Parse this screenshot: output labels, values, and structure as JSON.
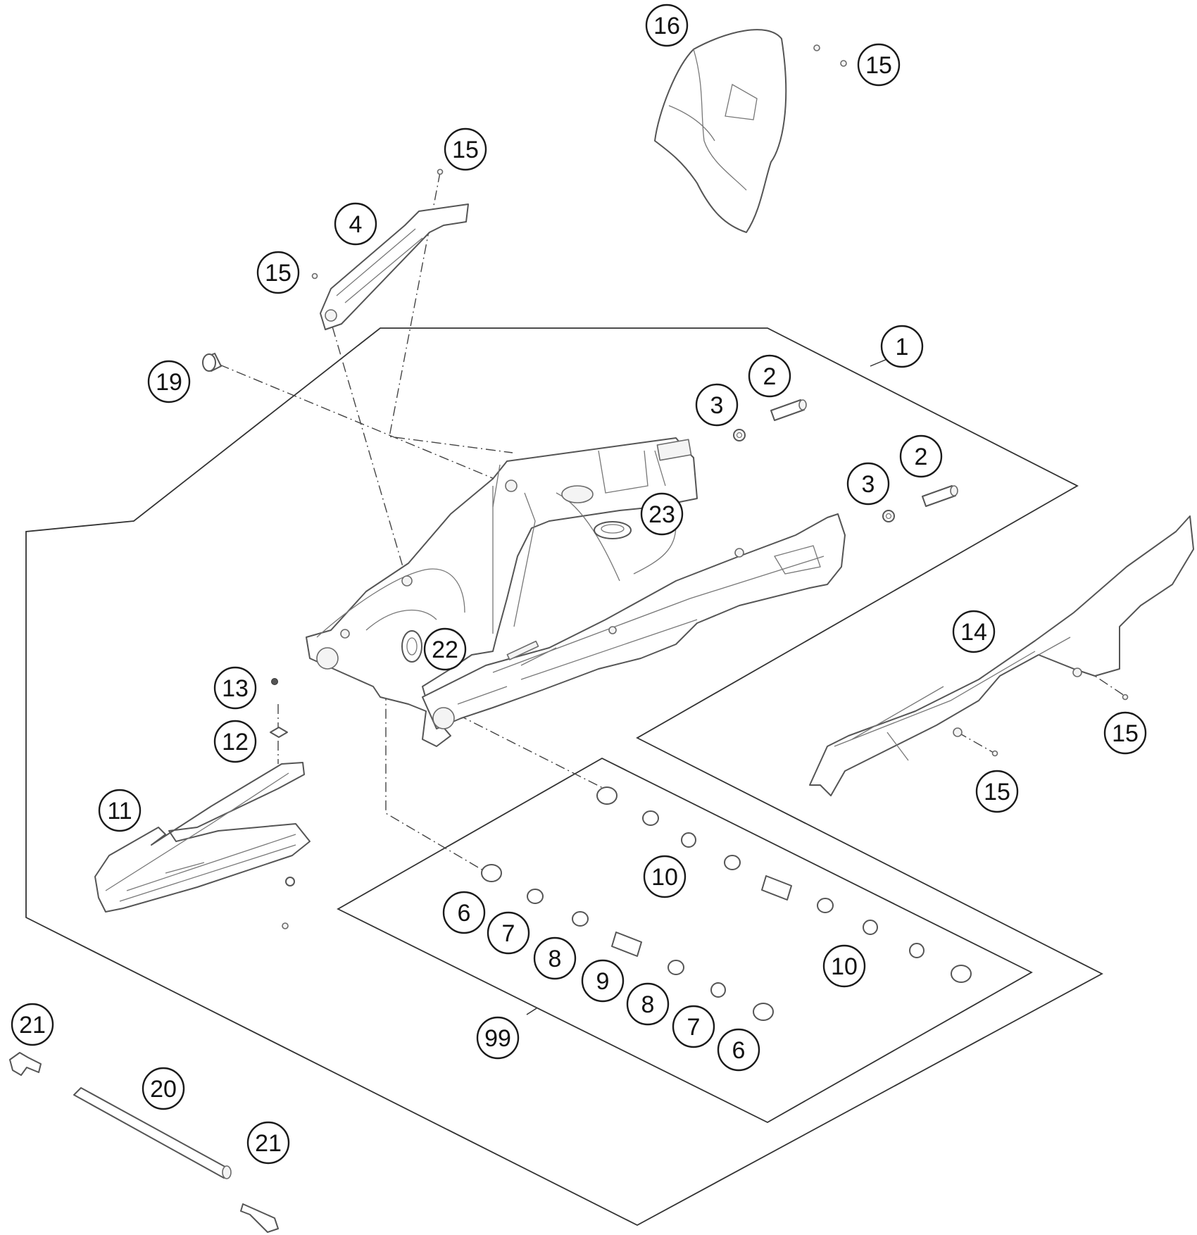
{
  "callouts": [
    {
      "id": "c16",
      "label": "16"
    },
    {
      "id": "c15a",
      "label": "15"
    },
    {
      "id": "c15b",
      "label": "15"
    },
    {
      "id": "c4",
      "label": "4"
    },
    {
      "id": "c15c",
      "label": "15"
    },
    {
      "id": "c1",
      "label": "1"
    },
    {
      "id": "c2a",
      "label": "2"
    },
    {
      "id": "c3a",
      "label": "3"
    },
    {
      "id": "c19",
      "label": "19"
    },
    {
      "id": "c2b",
      "label": "2"
    },
    {
      "id": "c3b",
      "label": "3"
    },
    {
      "id": "c23",
      "label": "23"
    },
    {
      "id": "c22",
      "label": "22"
    },
    {
      "id": "c14",
      "label": "14"
    },
    {
      "id": "c13",
      "label": "13"
    },
    {
      "id": "c12",
      "label": "12"
    },
    {
      "id": "c15d",
      "label": "15"
    },
    {
      "id": "c15e",
      "label": "15"
    },
    {
      "id": "c11",
      "label": "11"
    },
    {
      "id": "c10a",
      "label": "10"
    },
    {
      "id": "c6a",
      "label": "6"
    },
    {
      "id": "c7a",
      "label": "7"
    },
    {
      "id": "c8a",
      "label": "8"
    },
    {
      "id": "c9",
      "label": "9"
    },
    {
      "id": "c10b",
      "label": "10"
    },
    {
      "id": "c8b",
      "label": "8"
    },
    {
      "id": "c7b",
      "label": "7"
    },
    {
      "id": "c6b",
      "label": "6"
    },
    {
      "id": "c99",
      "label": "99"
    },
    {
      "id": "c21a",
      "label": "21"
    },
    {
      "id": "c20",
      "label": "20"
    },
    {
      "id": "c21b",
      "label": "21"
    }
  ]
}
